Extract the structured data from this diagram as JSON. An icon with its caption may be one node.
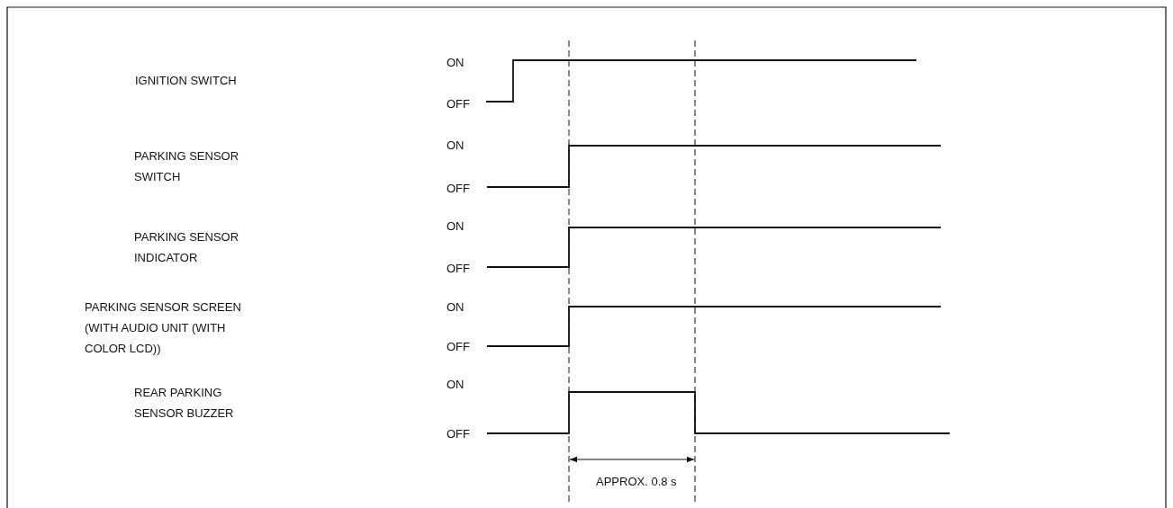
{
  "diagram": {
    "labels": [
      "IGNITION SWITCH",
      "ON",
      "OFF",
      "PARKING SENSOR SWITCH",
      "ON",
      "OFF",
      "PARKING SENSOR INDICATOR",
      "ON",
      "OFF",
      "PARKING SENSOR SCREEN (WITH AUDIO UNIT (WITH COLOR LCD))",
      "ON",
      "OFF",
      "REAR PARKING SENSOR BUZZER",
      "ON",
      "OFF",
      "APPROX. 0.8 s"
    ]
  }
}
